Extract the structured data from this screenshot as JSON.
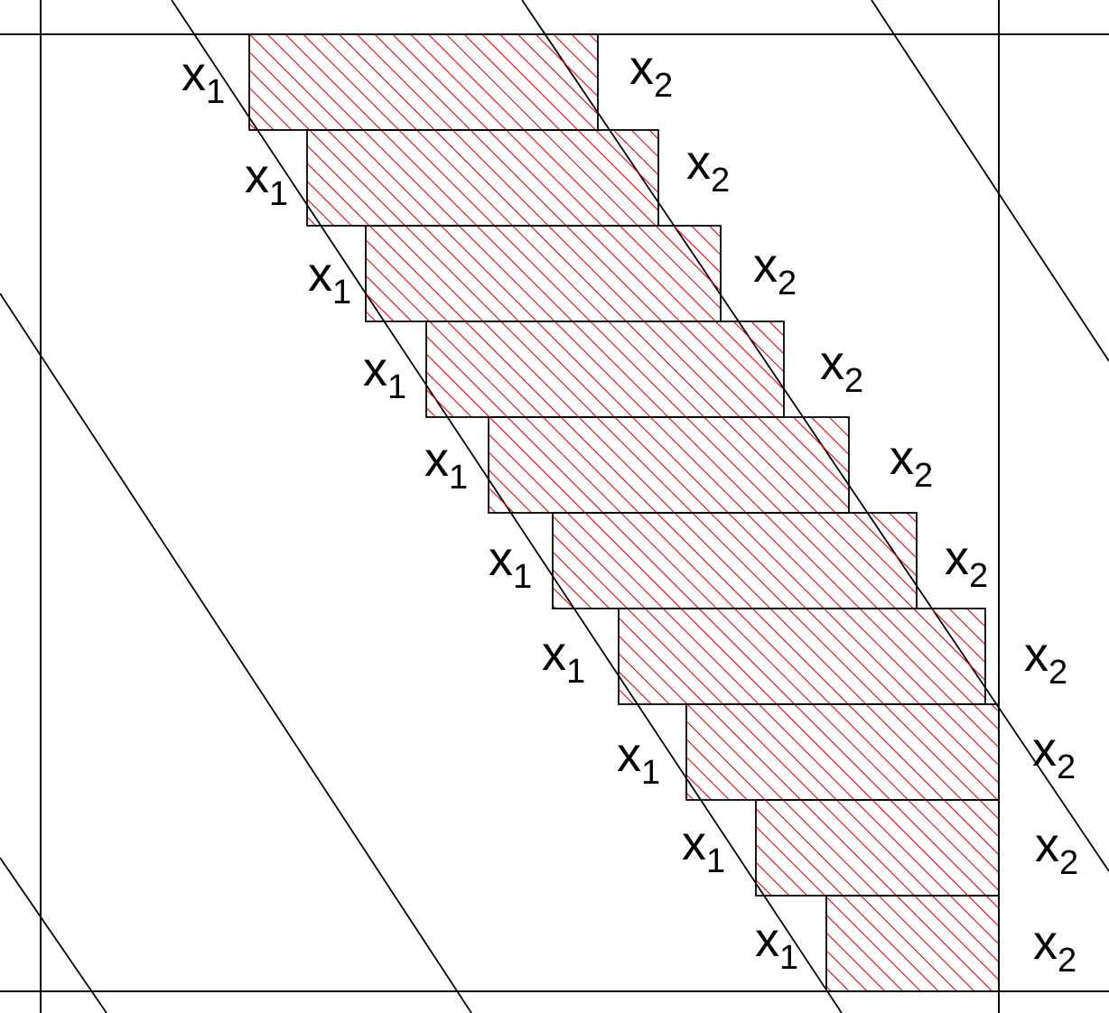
{
  "diagram": {
    "colors": {
      "background": "#ffffff",
      "lines": "#000000",
      "hatch": "#e8000f"
    },
    "strips": [
      {
        "left_label": {
          "base": "x",
          "sub": "1"
        },
        "right_label": {
          "base": "x",
          "sub": "2"
        }
      },
      {
        "left_label": {
          "base": "x",
          "sub": "1"
        },
        "right_label": {
          "base": "x",
          "sub": "2"
        }
      },
      {
        "left_label": {
          "base": "x",
          "sub": "1"
        },
        "right_label": {
          "base": "x",
          "sub": "2"
        }
      },
      {
        "left_label": {
          "base": "x",
          "sub": "1"
        },
        "right_label": {
          "base": "x",
          "sub": "2"
        }
      },
      {
        "left_label": {
          "base": "x",
          "sub": "1"
        },
        "right_label": {
          "base": "x",
          "sub": "2"
        }
      },
      {
        "left_label": {
          "base": "x",
          "sub": "1"
        },
        "right_label": {
          "base": "x",
          "sub": "2"
        }
      },
      {
        "left_label": {
          "base": "x",
          "sub": "1"
        },
        "right_label": {
          "base": "x",
          "sub": "2"
        }
      },
      {
        "left_label": {
          "base": "x",
          "sub": "1"
        },
        "right_label": {
          "base": "x",
          "sub": "2"
        }
      },
      {
        "left_label": {
          "base": "x",
          "sub": "1"
        },
        "right_label": {
          "base": "x",
          "sub": "2"
        }
      },
      {
        "left_label": {
          "base": "x",
          "sub": "1"
        },
        "right_label": {
          "base": "x",
          "sub": "2"
        }
      }
    ]
  }
}
